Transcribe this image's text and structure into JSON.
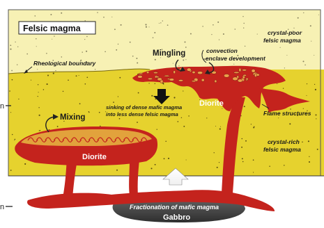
{
  "diagram": {
    "box_title": "Felsic magma",
    "labels": {
      "crystal_poor": [
        "crystal-poor",
        "felsic magma"
      ],
      "rheological": "Rheological boundary",
      "mingling": "Mingling",
      "convection": [
        "convection",
        "-enclave development"
      ],
      "sinking": [
        "sinking of dense mafic magma",
        "into less dense felsic magma"
      ],
      "diorite_right": "Diorite",
      "flame": "Flame structures",
      "mixing": "Mixing",
      "crystal_rich": [
        "crystal-rich",
        "felsic magma"
      ],
      "diorite_left": "Diorite",
      "fractionation": "Fractionation of mafic magma",
      "gabbro": "Gabbro"
    },
    "depth_marks": [
      "n",
      "n"
    ],
    "colors": {
      "upper_layer": "#f7f1b4",
      "lower_layer": "#e6d22e",
      "magma_red": "#c4231d",
      "enclave_orange": "#e2a23c",
      "gabbro_dark": "#4a4a4a",
      "background": "#ffffff"
    }
  }
}
